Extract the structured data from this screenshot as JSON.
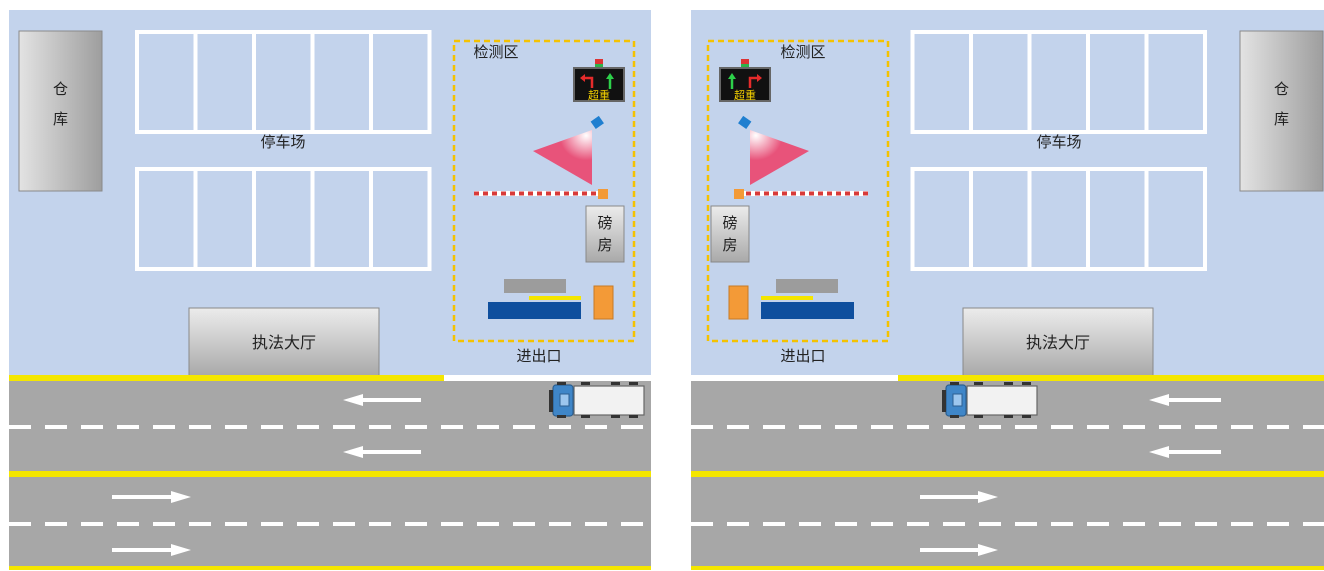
{
  "labels": {
    "warehouse": "仓\n库",
    "parking": "停车场",
    "detection_zone": "检测区",
    "hall": "执法大厅",
    "scale_house": "磅\n房",
    "entrance": "进出口",
    "led_text": "超重"
  },
  "colors": {
    "sky": "#c3d3ec",
    "road": "#a7a7a7",
    "yellow_line": "#f4e600",
    "white_line": "#ffffff",
    "zone_border": "#f4c200",
    "cone": "#e8537a",
    "camera": "#1f7fd0",
    "scale_platform": "#0f4f9e",
    "orange_post": "#f39a37",
    "truck_cab": "#3f86c8",
    "truck_body": "#f2f2f2"
  },
  "panels": [
    {
      "name": "left",
      "mirrored": false
    },
    {
      "name": "right",
      "mirrored": true
    }
  ]
}
